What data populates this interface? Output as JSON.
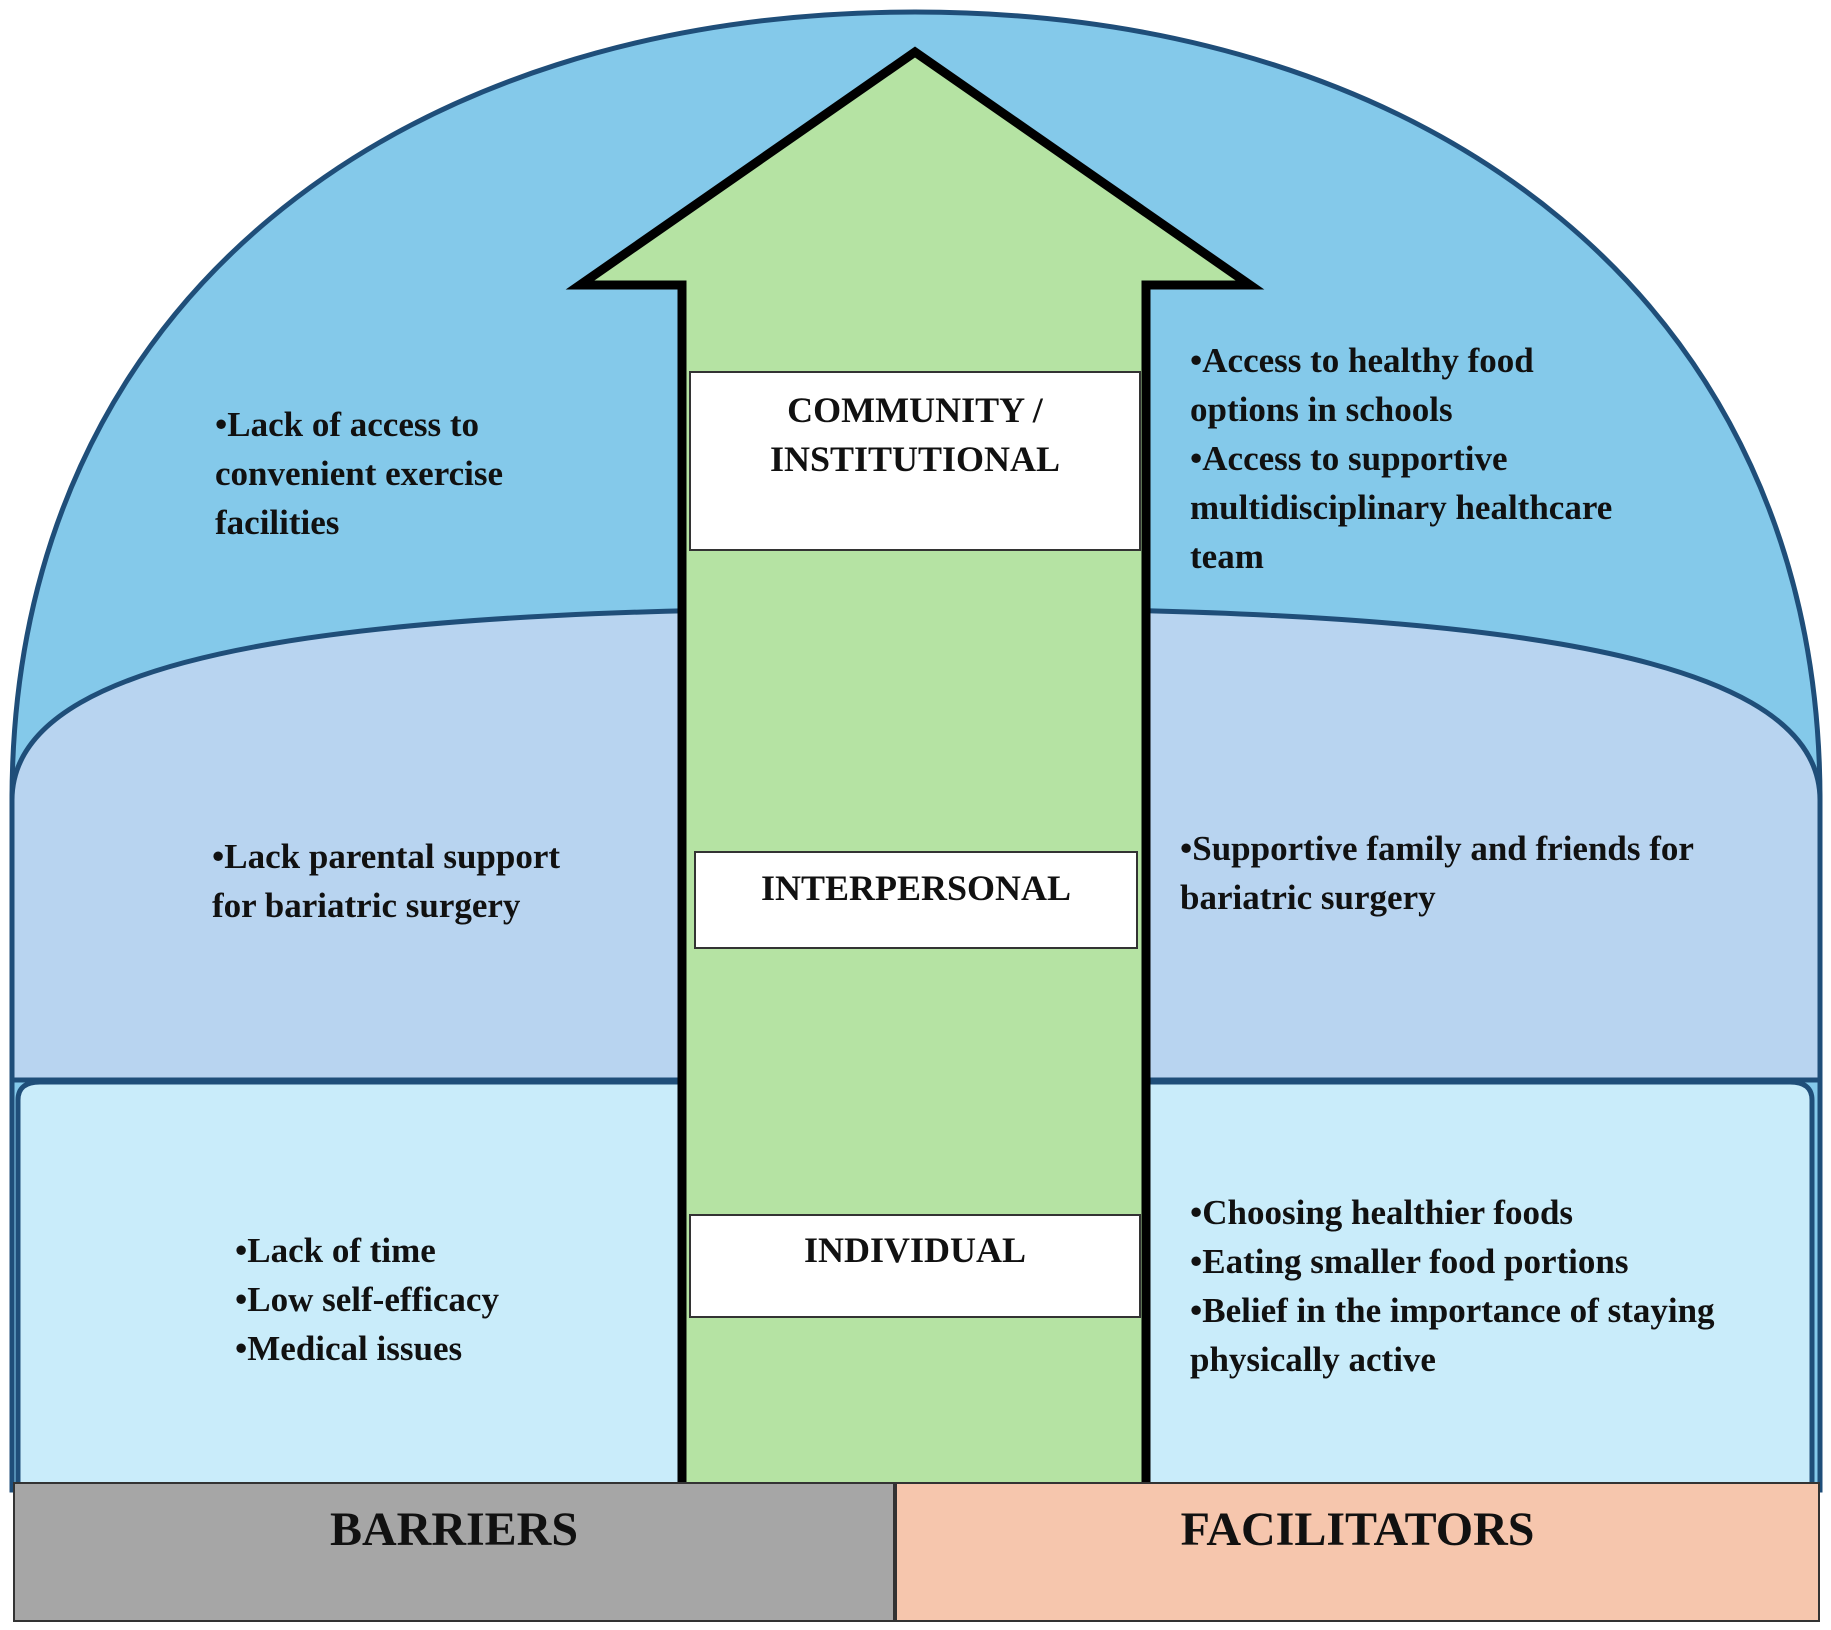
{
  "colors": {
    "outer_level": "#84c9ea",
    "middle_level": "#b8d4f0",
    "inner_level": "#c9ecfa",
    "arrow": "#b5e3a3",
    "barriers": "#a6a6a6",
    "facilitators": "#f6c6ad",
    "outline": "#1f4e79"
  },
  "levels": {
    "community": {
      "label_line1": "COMMUNITY /",
      "label_line2": "INSTITUTIONAL"
    },
    "interpersonal": {
      "label": "INTERPERSONAL"
    },
    "individual": {
      "label": "INDIVIDUAL"
    }
  },
  "barriers": {
    "label": "BARRIERS",
    "community": [
      "•Lack of access to",
      "convenient exercise",
      "facilities"
    ],
    "interpersonal": [
      "•Lack parental support",
      "for bariatric surgery"
    ],
    "individual": [
      "•Lack of time",
      "•Low self-efficacy",
      "•Medical issues"
    ]
  },
  "facilitators": {
    "label": "FACILITATORS",
    "community": [
      "•Access to healthy food",
      "options in schools",
      "•Access to supportive",
      "multidisciplinary healthcare",
      "team"
    ],
    "interpersonal": [
      "•Supportive family and friends for",
      "bariatric surgery"
    ],
    "individual": [
      "•Choosing healthier foods",
      "•Eating smaller food portions",
      "•Belief in the importance of staying",
      "physically active"
    ]
  }
}
